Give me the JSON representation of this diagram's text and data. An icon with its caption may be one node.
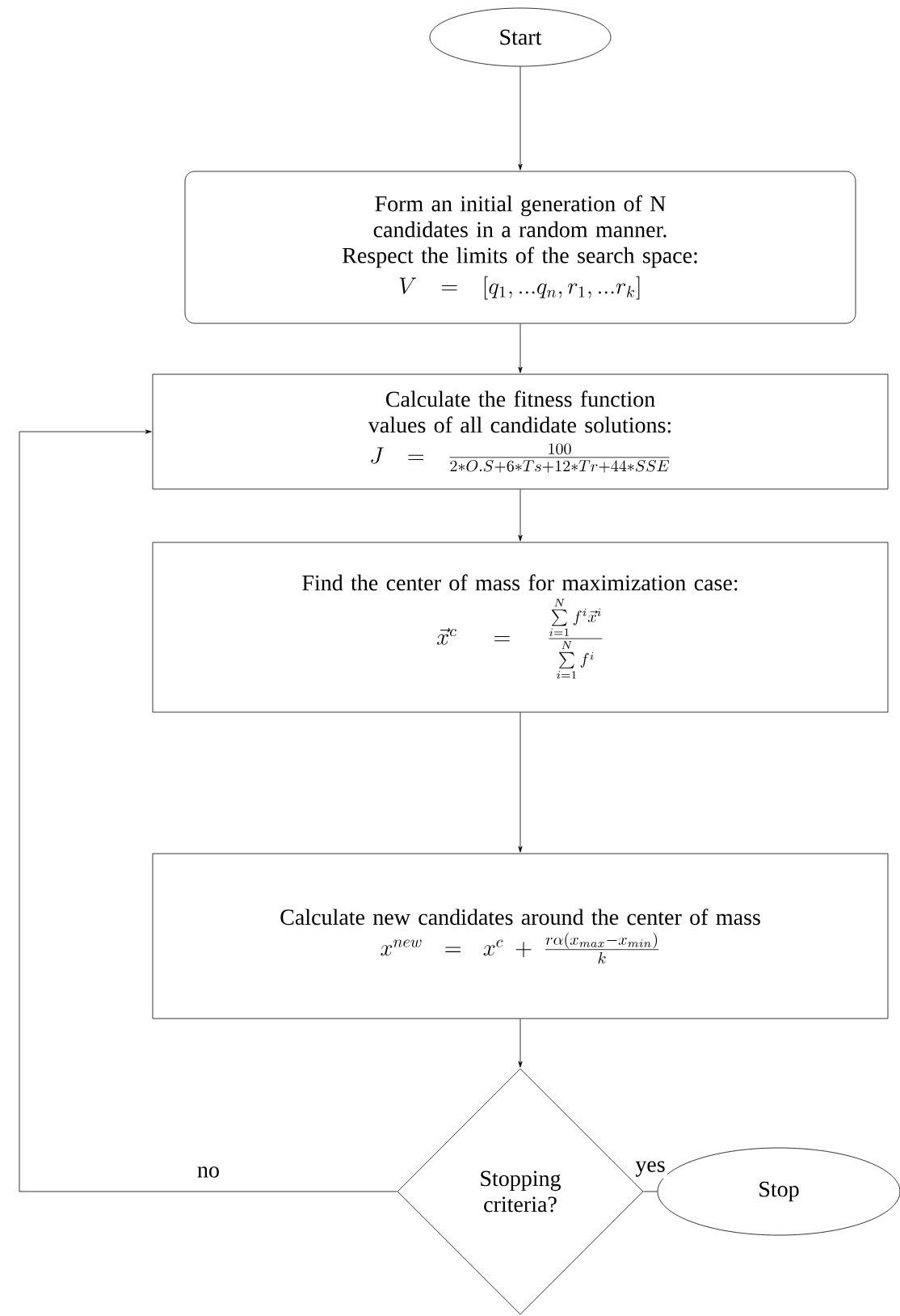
{
  "diagram": {
    "nodes": [
      {
        "text": [
          "Start"
        ]
      },
      {
        "text": [
          "Form an initial generation of N candidates in a random manner. Respect the limits of the search space:",
          "V=[q_1,...q_n,r_1,...r_k]"
        ]
      },
      {
        "text": [
          "Calculate the fitness function values of all candidate solutions:",
          "J=\\frac{100}{2*O.S+6*Ts+12*Tr+44*SSE}"
        ]
      },
      {
        "text": [
          "Find the center of mass for maximization case:",
          "\\vec{x}^c=\\frac{\\sum\\limits_{i=1}^{N} f^i\\vec{x}^i}{\\sum\\limits_{i=1}^{N} f^i}"
        ]
      },
      {
        "text": [
          "Calculate new candidates around the center of mass",
          "x^{new}=x^c+\\frac{r\\alpha(x_{max}-x_{min})}{k}"
        ]
      },
      {
        "text": [
          "Stopping criteria?"
        ]
      },
      {
        "text": [
          "Stop"
        ]
      }
    ],
    "edges": [
      {
        "from": 0,
        "to": 1,
        "arrow": "to"
      },
      {
        "from": 1,
        "to": 2,
        "arrow": "to"
      },
      {
        "from": 2,
        "to": 3,
        "arrow": "to"
      },
      {
        "from": 3,
        "to": 4,
        "arrow": "to"
      },
      {
        "from": 4,
        "to": 5,
        "arrow": "to"
      },
      {
        "from": 5,
        "to": 2,
        "arrow": "to",
        "label": "no"
      },
      {
        "from": 5,
        "to": 6,
        "arrow": "none",
        "label": "yes"
      }
    ]
  }
}
